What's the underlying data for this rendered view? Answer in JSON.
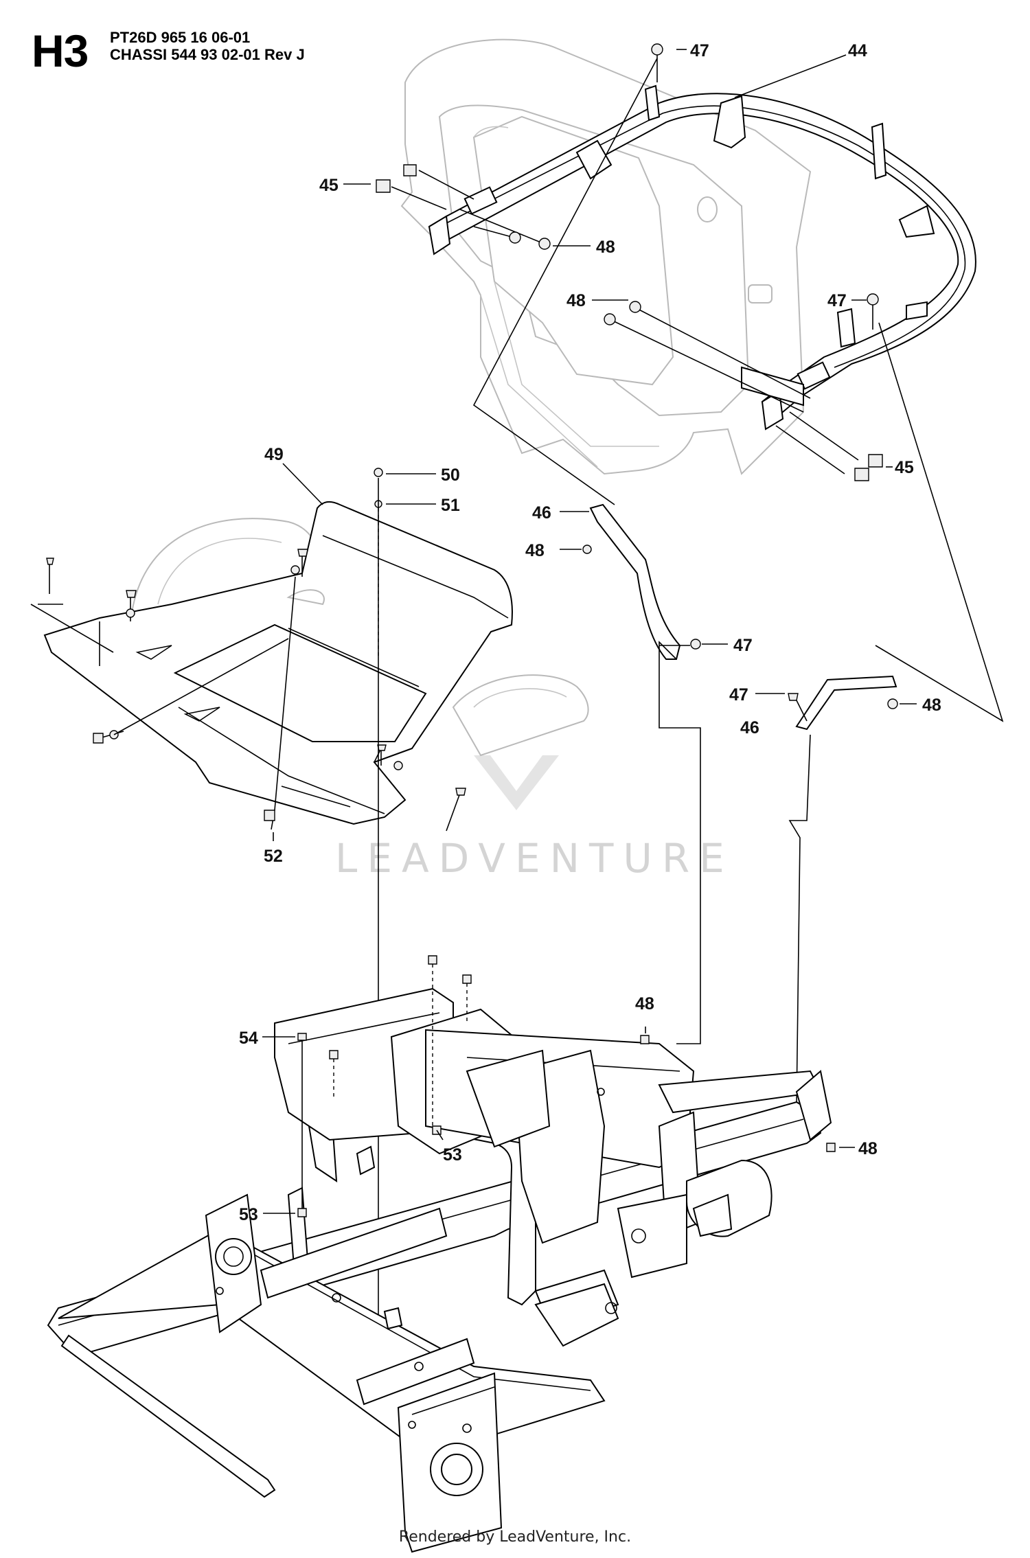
{
  "header": {
    "sheet_code": "H3",
    "line1": "PT26D 965 16 06-01",
    "line2": "CHASSI 544 93 02-01 Rev J"
  },
  "callouts": {
    "c44": "44",
    "c45a": "45",
    "c45b": "45",
    "c46a": "46",
    "c46b": "46",
    "c47a": "47",
    "c47b": "47",
    "c47c": "47",
    "c47d": "47",
    "c48a": "48",
    "c48b": "48",
    "c48c": "48",
    "c48d": "48",
    "c48e": "48",
    "c48f": "48",
    "c49": "49",
    "c50": "50",
    "c51": "51",
    "c52": "52",
    "c53a": "53",
    "c53b": "53",
    "c54": "54"
  },
  "watermark": {
    "text": "LEADVENTURE"
  },
  "footer": {
    "text": "Rendered by LeadVenture, Inc."
  }
}
